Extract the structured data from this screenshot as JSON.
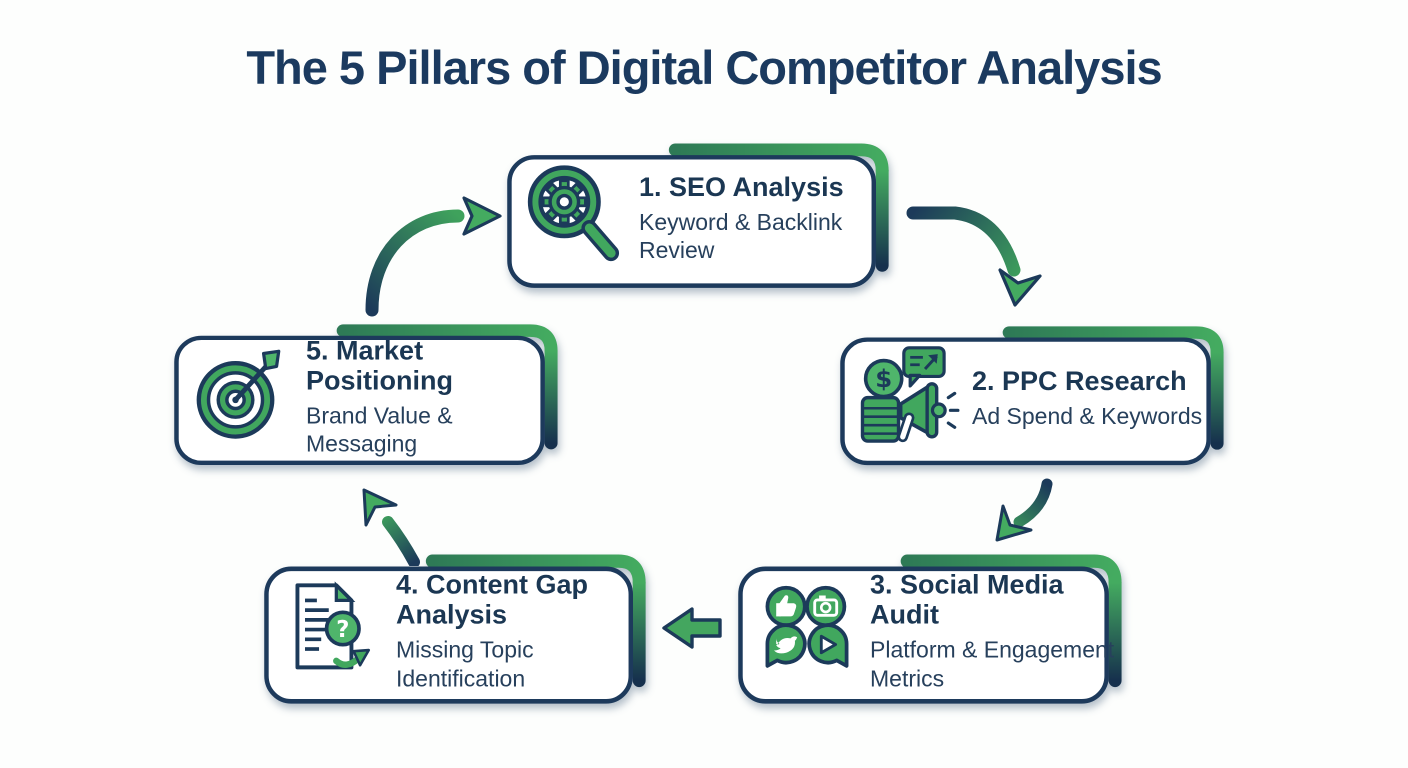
{
  "title": "The 5 Pillars of Digital Competitor Analysis",
  "colors": {
    "navy": "#1c3a5a",
    "green": "#41a75e",
    "green_light": "#4fb56b",
    "teal_dark": "#2e7a56",
    "background": "#fdfefd"
  },
  "cards": [
    {
      "number": "1",
      "heading": "1. SEO Analysis",
      "subtitle": "Keyword & Backlink Review",
      "icon": "magnifier-gear-icon"
    },
    {
      "number": "2",
      "heading": "2. PPC Research",
      "subtitle": "Ad Spend & Keywords",
      "icon": "megaphone-dollar-icon"
    },
    {
      "number": "3",
      "heading": "3. Social Media Audit",
      "subtitle": "Platform & Engagement Metrics",
      "icon": "social-bubbles-icon"
    },
    {
      "number": "4",
      "heading": "4. Content Gap Analysis",
      "subtitle": "Missing Topic Identification",
      "icon": "document-question-icon"
    },
    {
      "number": "5",
      "heading": "5. Market Positioning",
      "subtitle": "Brand Value & Messaging",
      "icon": "target-arrow-icon"
    }
  ],
  "coin_symbol": "$",
  "question_symbol": "?",
  "flow_order": [
    "5→1",
    "1→2",
    "2→3",
    "3→4",
    "4→5"
  ]
}
